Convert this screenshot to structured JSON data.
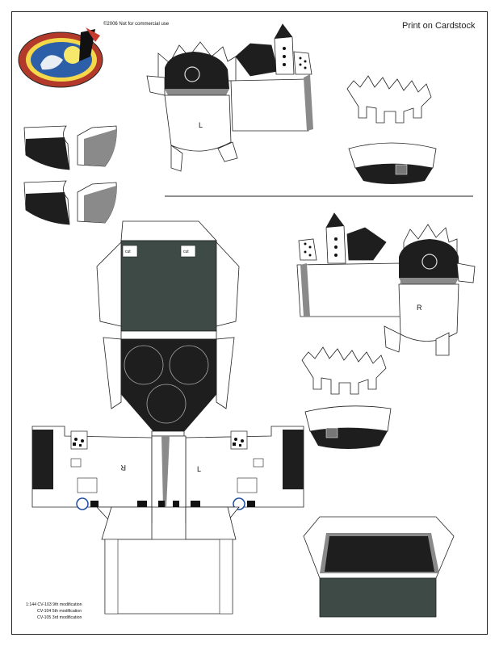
{
  "copyright": "©2006  Not for commercial use",
  "print_note": "Print on Cardstock",
  "credits": [
    "1:144 CV-103  9th modification",
    "CV-104  5th modification",
    "CV-105  3rd modification"
  ],
  "part_labels": {
    "left_shell": "L",
    "right_shell": "R",
    "cut_left": "cut",
    "cut_right": "cut",
    "wing_left": "R",
    "wing_right": "L"
  },
  "colors": {
    "ink": "#1e1e1e",
    "green": "#3d4a45",
    "grey": "#8a8a8a",
    "line": "#222222"
  }
}
